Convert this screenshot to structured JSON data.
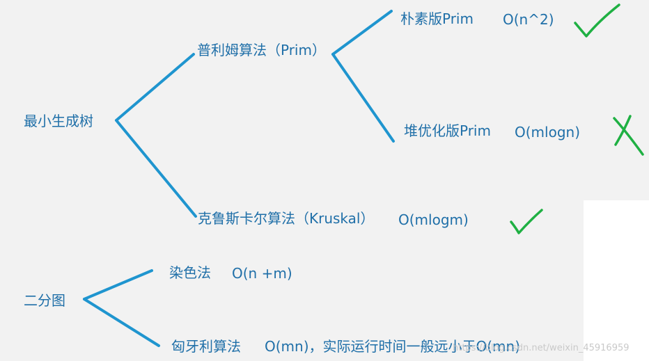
{
  "nodes": {
    "mst": "最小生成树",
    "prim": "普利姆算法（Prim）",
    "naive_prim": "朴素版Prim",
    "heap_prim": "堆优化版Prim",
    "kruskal": "克鲁斯卡尔算法（Kruskal）",
    "bipartite": "二分图",
    "coloring": "染色法",
    "hungarian": "匈牙利算法"
  },
  "complexity": {
    "naive_prim": "O(n^2)",
    "heap_prim": "O(mlogn)",
    "kruskal": "O(mlogm)",
    "coloring": "O(n +m)",
    "hungarian": "O(mn)，实际运行时间一般远小于O(mn)"
  },
  "marks": {
    "naive_prim": "check-icon",
    "heap_prim": "cross-icon",
    "kruskal": "check-icon"
  },
  "colors": {
    "lines": "#1f95cf",
    "text": "#1f6fa8",
    "check": "#1fb043",
    "background": "#f2f2f2"
  },
  "watermark": "https://blog.csdn.net/weixin_45916959"
}
